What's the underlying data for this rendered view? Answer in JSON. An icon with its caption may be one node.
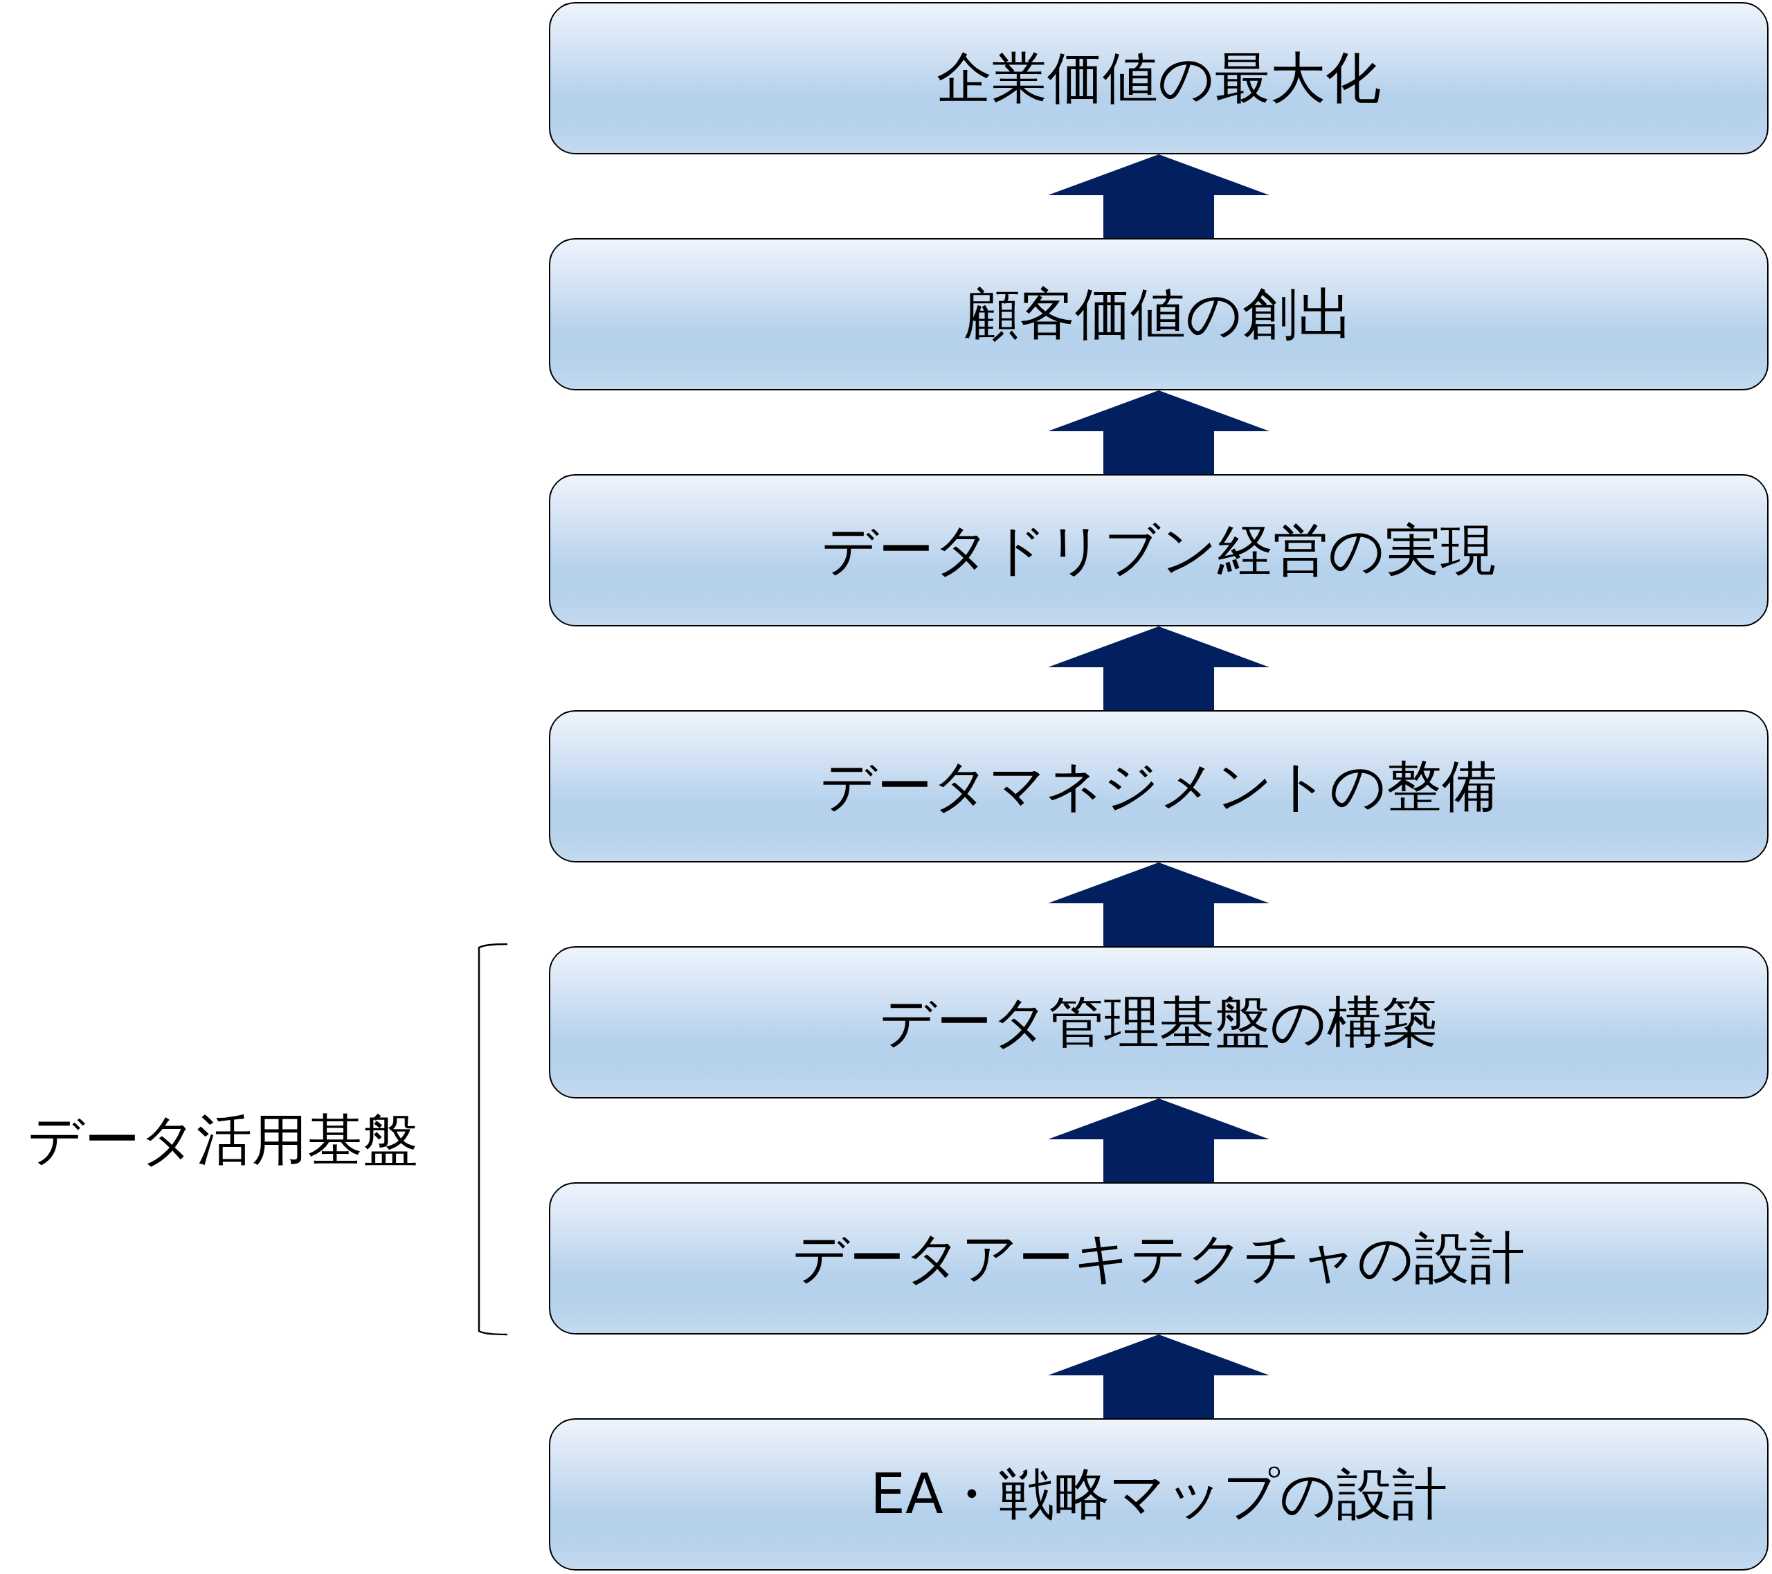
{
  "diagram": {
    "nodes": [
      {
        "text": [
          "企業価値の最大化"
        ]
      },
      {
        "text": [
          "顧客価値の創出"
        ]
      },
      {
        "text": [
          "データドリブン経営の実現"
        ]
      },
      {
        "text": [
          "データマネジメントの整備"
        ]
      },
      {
        "text": [
          "データ管理基盤の構築"
        ]
      },
      {
        "text": [
          "データアーキテクチャの設計"
        ]
      },
      {
        "text": [
          "EA・戦略マップの設計"
        ]
      }
    ],
    "edges": [
      {
        "from": 6,
        "to": 5,
        "arrow": "to"
      },
      {
        "from": 5,
        "to": 4,
        "arrow": "to"
      },
      {
        "from": 4,
        "to": 3,
        "arrow": "to"
      },
      {
        "from": 3,
        "to": 2,
        "arrow": "to"
      },
      {
        "from": 2,
        "to": 1,
        "arrow": "to"
      },
      {
        "from": 1,
        "to": 0,
        "arrow": "to"
      }
    ],
    "labels": [
      "データ活用基盤"
    ]
  }
}
